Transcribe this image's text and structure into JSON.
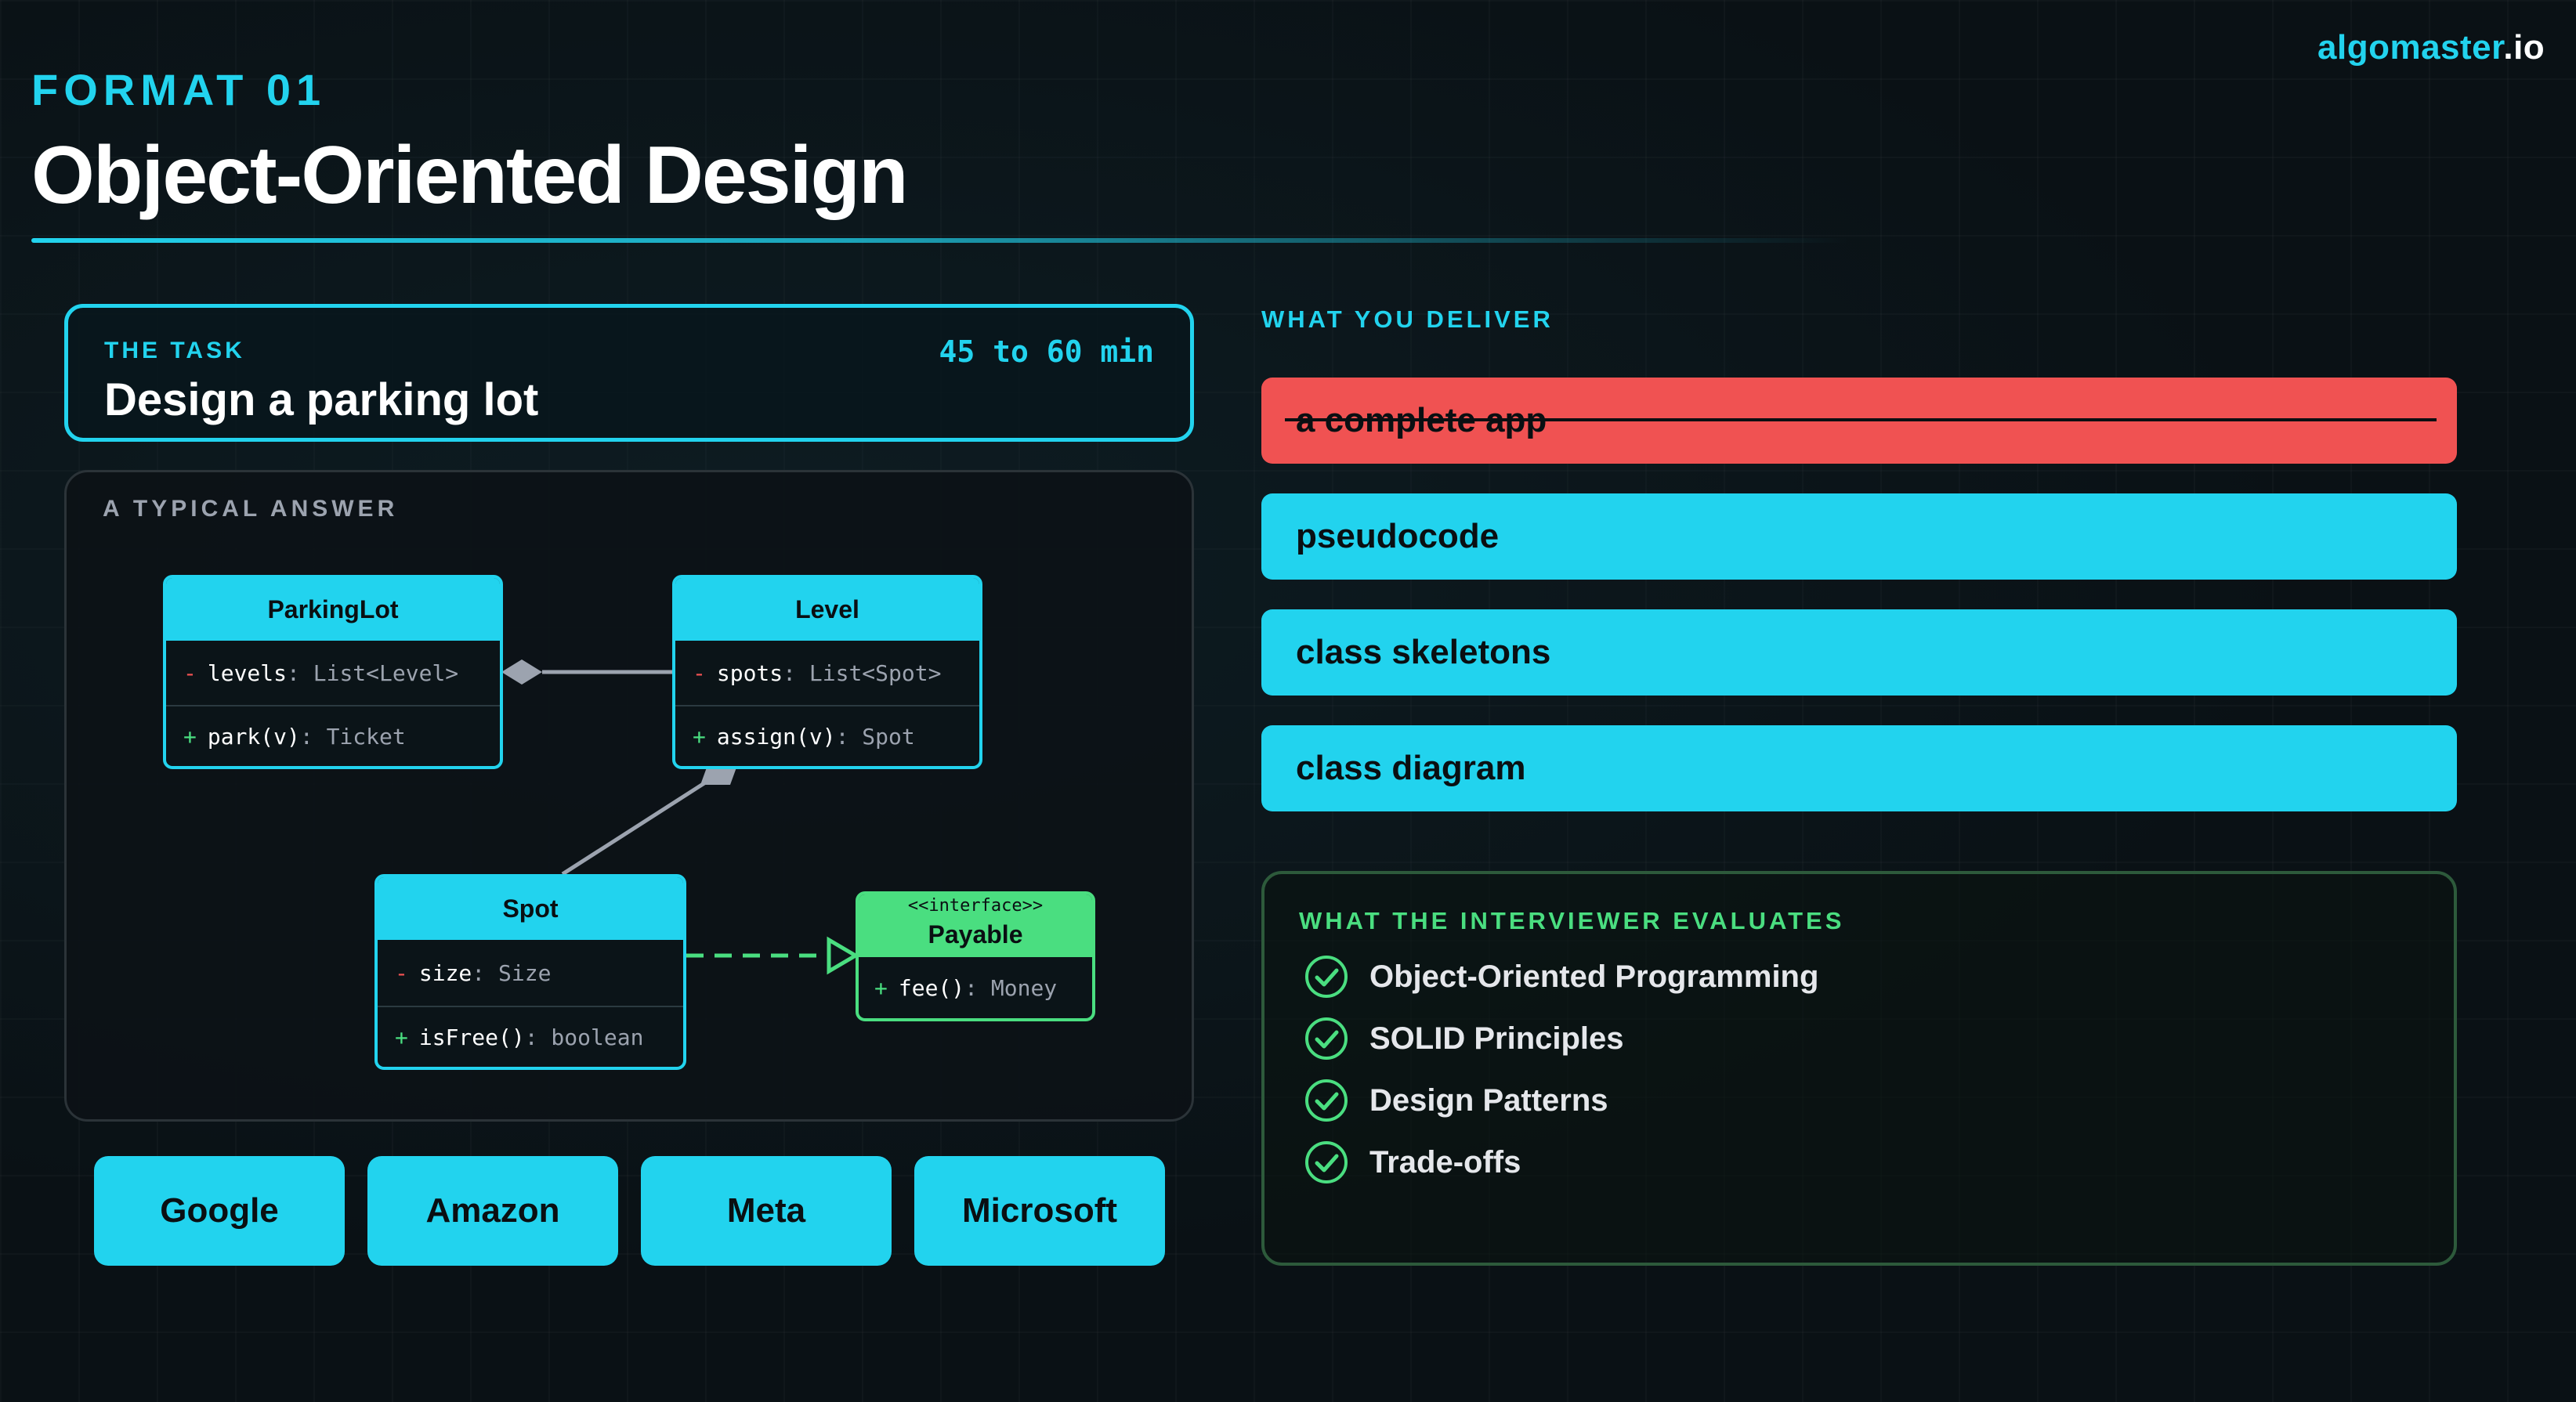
{
  "brand": {
    "part1": "algomaster",
    "part2": ".io"
  },
  "header": {
    "format": "FORMAT 01",
    "title": "Object-Oriented Design"
  },
  "task": {
    "label": "THE TASK",
    "time": "45 to 60 min",
    "title": "Design a parking lot"
  },
  "answer": {
    "label": "A TYPICAL ANSWER",
    "classes": {
      "parkinglot": {
        "name": "ParkingLot",
        "attribute": {
          "vis": "-",
          "name": "levels",
          "type": ": List<Level>"
        },
        "method": {
          "vis": "+",
          "name": "park(v)",
          "type": ": Ticket"
        }
      },
      "level": {
        "name": "Level",
        "attribute": {
          "vis": "-",
          "name": "spots",
          "type": ": List<Spot>"
        },
        "method": {
          "vis": "+",
          "name": "assign(v)",
          "type": ": Spot"
        }
      },
      "spot": {
        "name": "Spot",
        "attribute": {
          "vis": "-",
          "name": "size",
          "type": ": Size"
        },
        "method": {
          "vis": "+",
          "name": "isFree()",
          "type": ": boolean"
        }
      },
      "payable": {
        "stereotype": "<<interface>>",
        "name": "Payable",
        "method": {
          "vis": "+",
          "name": "fee()",
          "type": ": Money"
        }
      }
    }
  },
  "companies": [
    "Google",
    "Amazon",
    "Meta",
    "Microsoft"
  ],
  "deliver": {
    "label": "WHAT YOU DELIVER",
    "items": [
      {
        "label": "a complete app",
        "struck": true
      },
      {
        "label": "pseudocode"
      },
      {
        "label": "class skeletons"
      },
      {
        "label": "class diagram"
      }
    ]
  },
  "evaluates": {
    "label": "WHAT THE INTERVIEWER EVALUATES",
    "items": [
      "Object-Oriented Programming",
      "SOLID Principles",
      "Design Patterns",
      "Trade-offs"
    ],
    "icon": "check-circle-icon"
  },
  "colors": {
    "accent": "#22d3ee",
    "danger": "#f05252",
    "success": "#4ade80",
    "background": "#0a1115"
  }
}
